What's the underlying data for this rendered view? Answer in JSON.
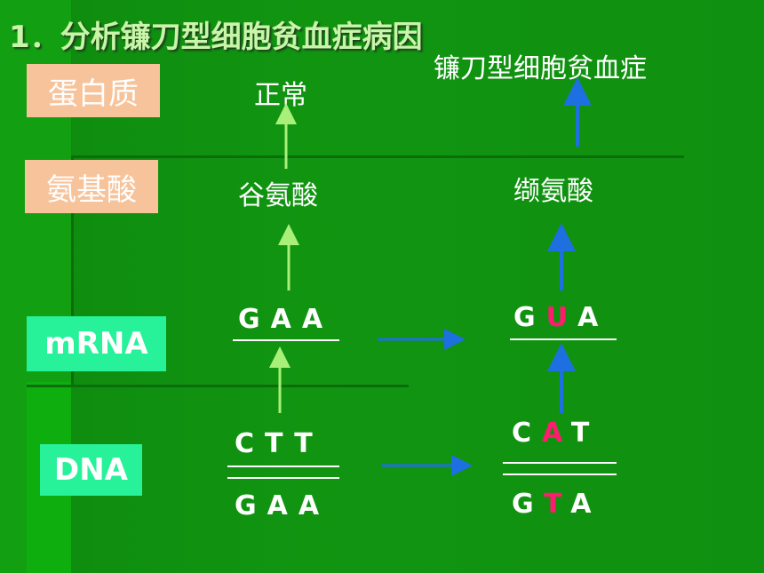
{
  "title": "1．分析镰刀型细胞贫血症病因",
  "rows": {
    "protein_label": "蛋白质",
    "amino_acid_label": "氨基酸",
    "mrna_label": "mRNA",
    "dna_label": "DNA"
  },
  "normal": {
    "protein": "正常",
    "amino_acid": "谷氨酸",
    "mrna": [
      "G",
      "A",
      "A"
    ],
    "dna_top": [
      "C",
      "T",
      "T"
    ],
    "dna_bottom": [
      "G",
      "A",
      "A"
    ]
  },
  "mutant": {
    "protein": "镰刀型细胞贫血症",
    "amino_acid": "缬氨酸",
    "mrna": [
      "G",
      "U",
      "A"
    ],
    "dna_top": [
      "C",
      "A",
      "T"
    ],
    "dna_bottom": [
      "G",
      "T",
      "A"
    ]
  },
  "colors": {
    "background": "#119511",
    "title_text": "#c8f5a8",
    "label_peach": "#f7c39a",
    "label_mint": "#27f29a",
    "mutation_highlight": "#ff1b6e",
    "arrow_normal": "#a8f07a",
    "arrow_mutant": "#1e6fe0"
  }
}
